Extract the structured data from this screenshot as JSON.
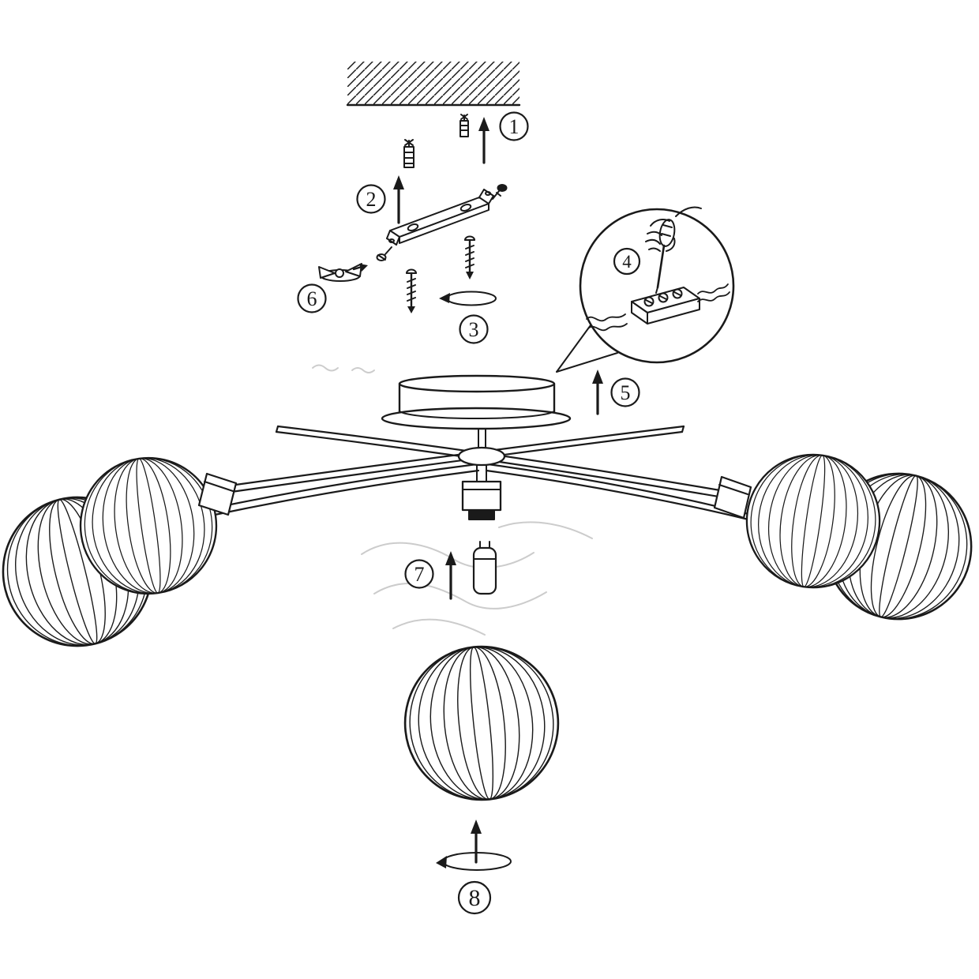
{
  "diagram": {
    "type": "assembly-instruction-line-drawing",
    "subject": "ceiling light fixture with striped globe shades",
    "step_count": 8
  },
  "colors": {
    "line": "#1a1a1a",
    "background": "#ffffff",
    "ghost_sketch": "#cccccc"
  },
  "icons": {
    "up_arrow": "↑",
    "rotate_arrow": "⟳",
    "hatched_ceiling": "diagonal hatching"
  },
  "steps": [
    {
      "number": "1"
    },
    {
      "number": "2"
    },
    {
      "number": "3"
    },
    {
      "number": "4"
    },
    {
      "number": "5"
    },
    {
      "number": "6"
    },
    {
      "number": "7"
    },
    {
      "number": "8"
    }
  ]
}
